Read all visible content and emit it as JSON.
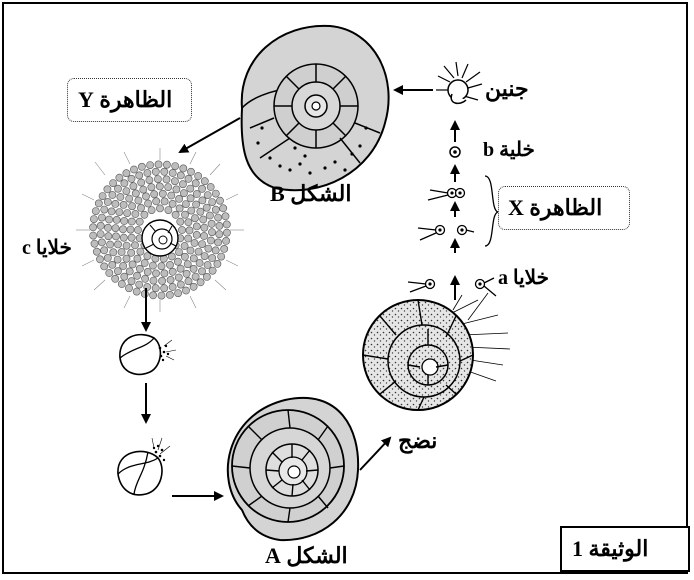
{
  "labels": {
    "phenomenon_y": "الظاهرة Y",
    "phenomenon_x": "الظاهرة X",
    "embryo": "جنين",
    "cell_b": "خلية b",
    "cells_a": "خلايا a",
    "cells_c": "خلايا c",
    "form_b": "الشكل B",
    "form_a": "الشكل A",
    "maturation": "نضج",
    "document": "الوثيقة 1"
  }
}
